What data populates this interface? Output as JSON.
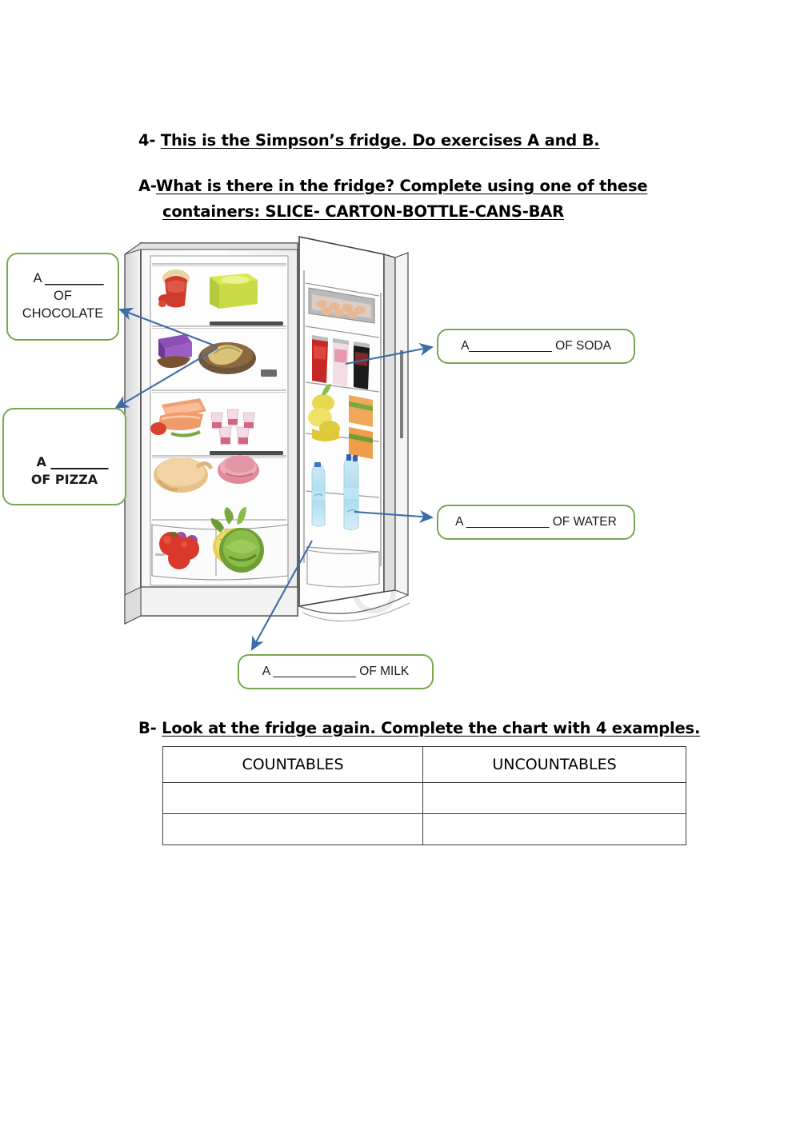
{
  "worksheet": {
    "exercise4": {
      "prefix": "4-",
      "text": "This is the Simpson’s fridge. Do exercises A and B."
    },
    "exerciseA": {
      "prefix": "A-",
      "line1": "What is there in the fridge? Complete using one of these",
      "line2": "containers: SLICE- CARTON-BOTTLE-CANS-BAR"
    },
    "exerciseB": {
      "prefix": "B-",
      "text": "Look at the fridge again. Complete the chart with 4 examples."
    }
  },
  "callouts": [
    {
      "id": "chocolate",
      "article": "A",
      "blank": "________",
      "of": "OF",
      "item": "CHOCOLATE"
    },
    {
      "id": "pizza",
      "article": "A",
      "blank": "_________",
      "of": "OF",
      "item": "PIZZA",
      "line2": "OF PIZZA"
    },
    {
      "id": "soda",
      "article": "A",
      "blank": "____________",
      "of": "OF",
      "item": "SODA",
      "full": "OF SODA"
    },
    {
      "id": "water",
      "article": "A",
      "blank": "____________",
      "of": "OF",
      "item": "WATER",
      "full": "OF WATER"
    },
    {
      "id": "milk",
      "article": "A",
      "blank": "____________",
      "of": "OF",
      "item": "MILK",
      "full": "OF MILK"
    }
  ],
  "chart": {
    "headers": [
      "COUNTABLES",
      "UNCOUNTABLES"
    ],
    "rows": [
      [
        "",
        ""
      ],
      [
        "",
        ""
      ]
    ]
  },
  "figure": {
    "name": "open-refrigerator-illustration",
    "description": "Open two-door refrigerator full of food",
    "shelf_items": [
      "jam jars",
      "green lettuce box",
      "chocolate bar",
      "bread loaf",
      "salmon fillet",
      "yogurt cups",
      "roast chicken",
      "ham slices",
      "grapes",
      "pineapple",
      "tomatoes",
      "lettuce"
    ],
    "door_items": [
      "egg carton",
      "soda cans",
      "lemons",
      "orange juice cartons",
      "water bottles"
    ]
  },
  "colors": {
    "callout_border": "#76a94f",
    "arrow": "#3d6ba8",
    "text": "#000000",
    "table_border": "#3d3d3d"
  }
}
